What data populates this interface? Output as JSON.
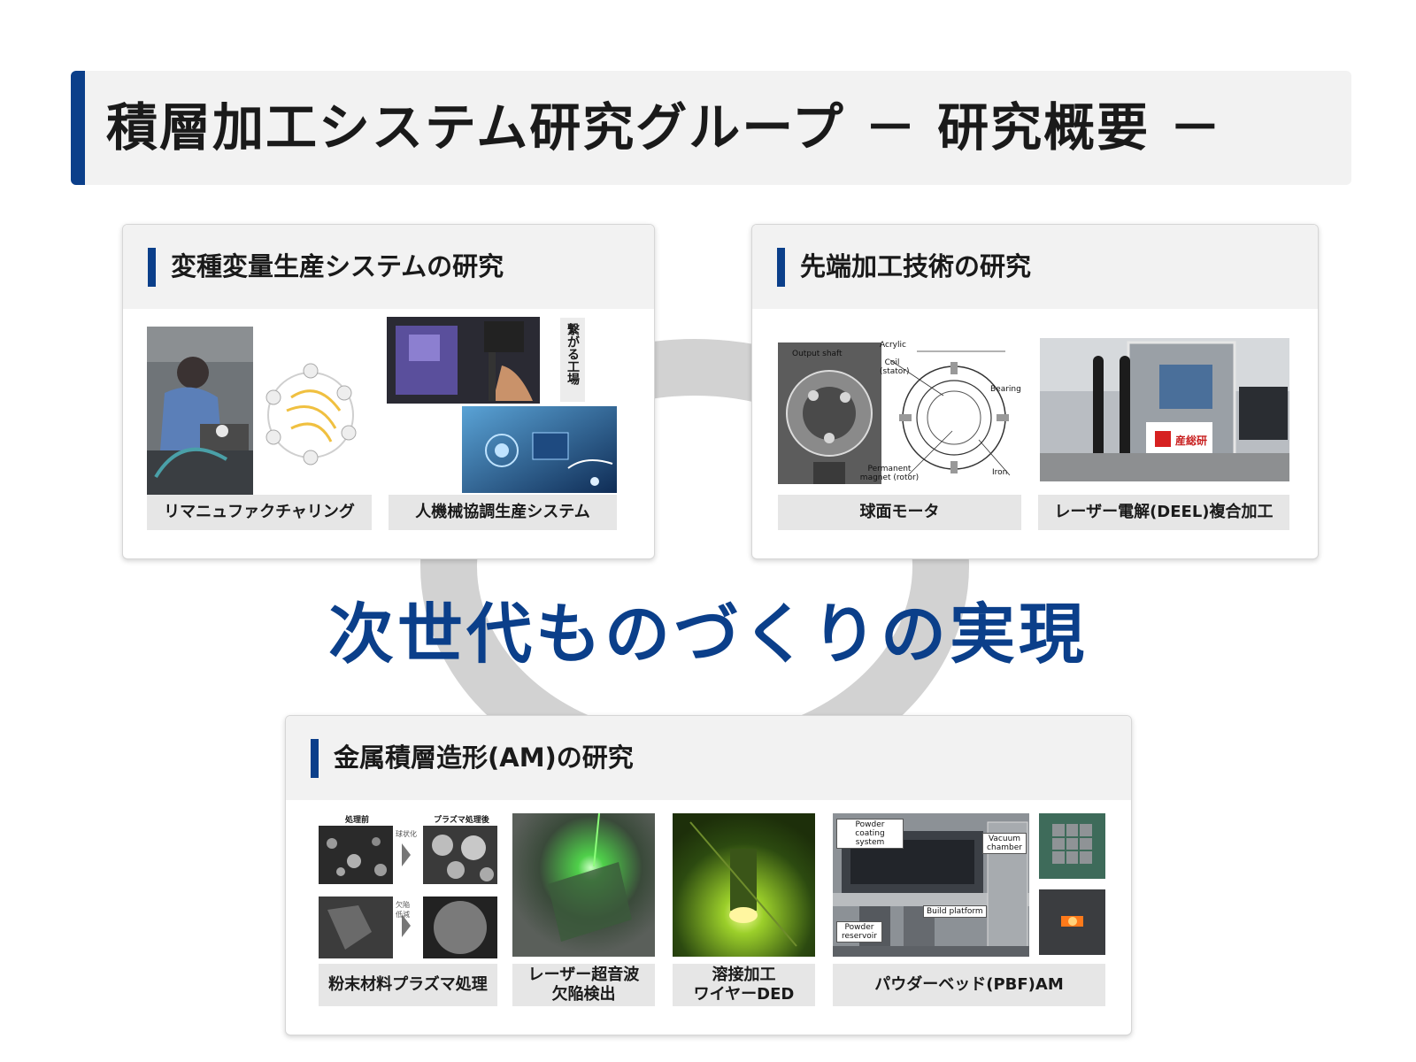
{
  "header": {
    "title": "積層加工システム研究グループ － 研究概要 －"
  },
  "slogan": "次世代ものづくりの実現",
  "panels": {
    "variable": {
      "title": "変種変量生産システムの研究",
      "captions": [
        "リマニュファクチャリング",
        "人機械協調生産システム"
      ],
      "side_label": "繋がる工場"
    },
    "advanced": {
      "title": "先端加工技術の研究",
      "captions": [
        "球面モータ",
        "レーザー電解(DEEL)複合加工"
      ],
      "motor_labels": {
        "output": "Output shaft",
        "acrylic": "Acrylic",
        "coil": "Coil (stator)",
        "bearing": "Bearing",
        "magnet": "Permanent magnet (rotor)",
        "iron": "Iron"
      },
      "logo_text": "産総研"
    },
    "am": {
      "title": "金属積層造形(AM)の研究",
      "captions": [
        "粉末材料プラズマ処理",
        "レーザー超音波\n欠陥検出",
        "溶接加工\nワイヤーDED",
        "パウダーベッド(PBF)AM"
      ],
      "powder_labels": {
        "before": "処理前",
        "after": "プラズマ処理後",
        "spheroid": "球状化",
        "defect": "欠陥低減"
      },
      "pbf_labels": {
        "coating": "Powder coating system",
        "vacuum": "Vacuum chamber",
        "platform": "Build platform",
        "reservoir": "Powder reservoir"
      }
    }
  },
  "colors": {
    "accent": "#0b3f8a",
    "panel_header": "#f2f2f2",
    "caption_bg": "#e6e6e6",
    "ring": "#d2d2d2"
  }
}
